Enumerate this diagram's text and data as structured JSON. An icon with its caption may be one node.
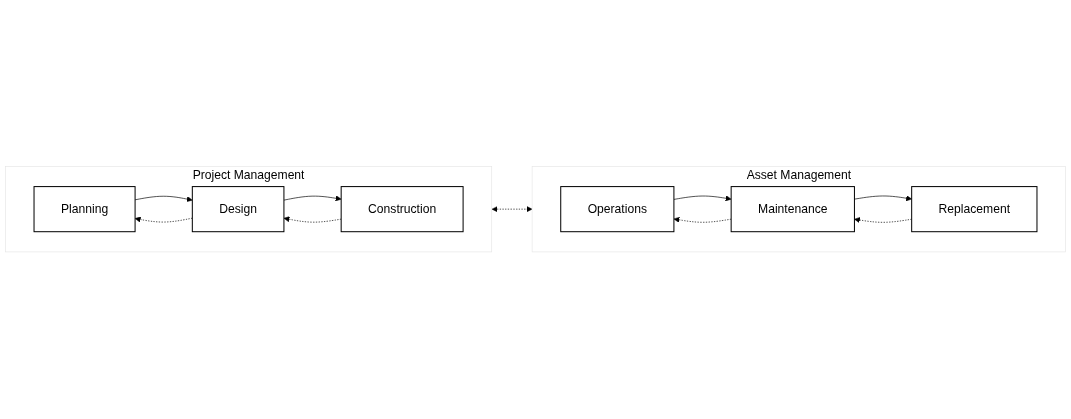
{
  "diagram": {
    "nodes": [
      {
        "text": [
          "Project Management"
        ]
      },
      {
        "text": [
          "Planning"
        ],
        "in": 0
      },
      {
        "text": [
          "Design"
        ],
        "in": 0
      },
      {
        "text": [
          "Construction"
        ],
        "in": 0
      },
      {
        "text": [
          "Asset Management"
        ]
      },
      {
        "text": [
          "Operations"
        ],
        "in": 4
      },
      {
        "text": [
          "Maintenance"
        ],
        "in": 4
      },
      {
        "text": [
          "Replacement"
        ],
        "in": 4
      }
    ],
    "edges": [
      {
        "from": 1,
        "to": 2,
        "arrow": "to"
      },
      {
        "from": 2,
        "to": 3,
        "arrow": "to"
      },
      {
        "from": 2,
        "to": 1,
        "arrow": "to",
        "style": "dashed"
      },
      {
        "from": 3,
        "to": 2,
        "arrow": "to",
        "style": "dashed"
      },
      {
        "from": 0,
        "to": 4,
        "arrow": "both",
        "style": "dashed"
      },
      {
        "from": 5,
        "to": 6,
        "arrow": "to"
      },
      {
        "from": 6,
        "to": 7,
        "arrow": "to"
      },
      {
        "from": 6,
        "to": 5,
        "arrow": "to",
        "style": "dashed"
      },
      {
        "from": 7,
        "to": 6,
        "arrow": "to",
        "style": "dashed"
      }
    ]
  }
}
